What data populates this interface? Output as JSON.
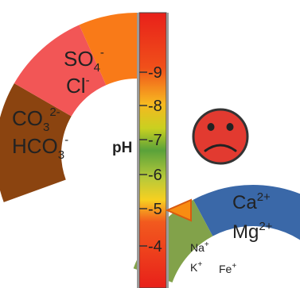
{
  "ph_label": "pH",
  "ticks": [
    {
      "label": "-9"
    },
    {
      "label": "-8"
    },
    {
      "label": "-7"
    },
    {
      "label": "-6"
    },
    {
      "label": "-5"
    },
    {
      "label": "-4"
    }
  ],
  "anions": {
    "sulfate": "SO",
    "sulfate_sub": "4",
    "sulfate_sup": "-",
    "chloride": "Cl",
    "chloride_sup": "-",
    "carbonate": "CO",
    "carbonate_sub": "3",
    "carbonate_sup": "2-",
    "bicarbonate": "HCO",
    "bicarbonate_sub": "3",
    "bicarbonate_sup": "-"
  },
  "cations": {
    "calcium": "Ca",
    "calcium_sup": "2+",
    "magnesium": "Mg",
    "magnesium_sup": "2+",
    "sodium": "Na",
    "sodium_sup": "+",
    "potassium": "K",
    "potassium_sup": "+",
    "iron": "Fe",
    "iron_sup": "+"
  },
  "colors": {
    "carbonate_band": "#8b4410",
    "chloride_band": "#f25656",
    "sulfate_band": "#f97a18",
    "calcium_band": "#3a68a8",
    "sodium_band": "#82a24a",
    "pointer": "#f88c12",
    "smiley_face": "#e23a30"
  },
  "icons": {
    "indicator": "triangle-pointer-icon",
    "mood": "sad-face-icon"
  }
}
